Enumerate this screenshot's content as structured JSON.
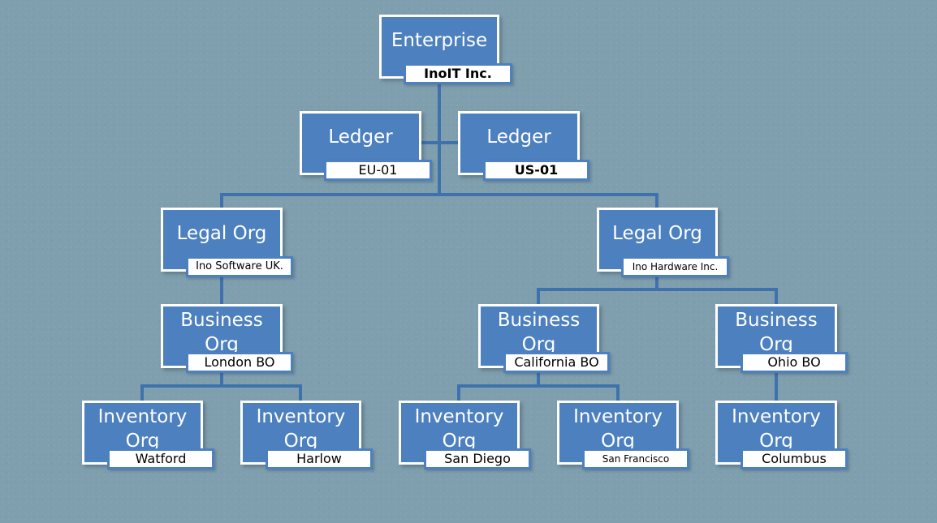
{
  "nodes": {
    "enterprise": {
      "title": "Enterprise",
      "name": "InoIT Inc."
    },
    "ledger_eu": {
      "title": "Ledger",
      "name": "EU-01"
    },
    "ledger_us": {
      "title": "Ledger",
      "name": "US-01"
    },
    "legal_uk": {
      "title": "Legal Org",
      "name": "Ino Software UK."
    },
    "legal_inc": {
      "title": "Legal Org",
      "name": "Ino Hardware Inc."
    },
    "bo_london": {
      "title": "Business Org",
      "name": "London BO"
    },
    "bo_california": {
      "title": "Business Org",
      "name": "California BO"
    },
    "bo_ohio": {
      "title": "Business Org",
      "name": "Ohio BO"
    },
    "inv_watford": {
      "title": "Inventory Org",
      "name": "Watford"
    },
    "inv_harlow": {
      "title": "Inventory Org",
      "name": "Harlow"
    },
    "inv_sandiego": {
      "title": "Inventory Org",
      "name": "San Diego"
    },
    "inv_sanfrancisco": {
      "title": "Inventory Org",
      "name": "San Francisco"
    },
    "inv_columbus": {
      "title": "Inventory Org",
      "name": "Columbus"
    }
  },
  "colors": {
    "background": "#7f9fae",
    "box_fill": "#4d80be",
    "box_border": "#ffffff",
    "connector": "#3f72ad",
    "tag_fill": "#ffffff",
    "tag_text": "#000000"
  }
}
